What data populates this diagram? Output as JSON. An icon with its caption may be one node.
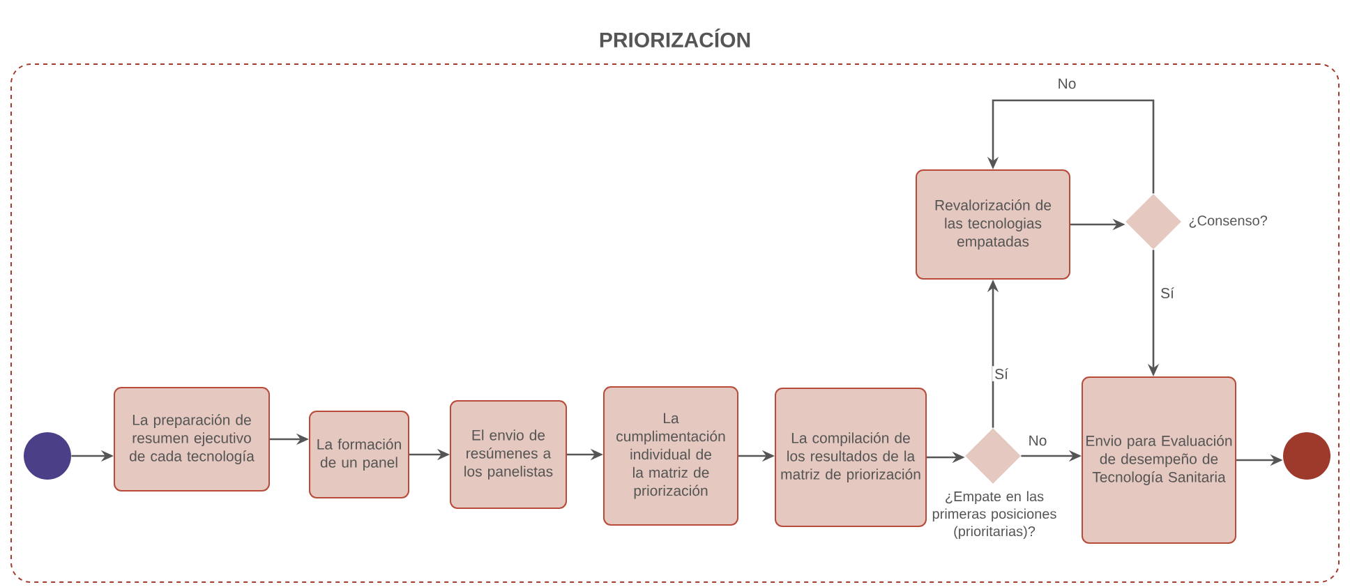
{
  "diagram": {
    "nodes": [
      {
        "text": [
          "PRIORIZACÍON"
        ]
      },
      {
        "text": [],
        "shape": "circle",
        "in": 0
      },
      {
        "text": [
          "La preparación de resumen ejecutivo de cada tecnología"
        ],
        "in": 0
      },
      {
        "text": [
          "La formación de un panel"
        ],
        "in": 0
      },
      {
        "text": [
          "El envio de resúmenes a los panelistas"
        ],
        "in": 0
      },
      {
        "text": [
          "La cumplimentación individual de la matriz de priorización"
        ],
        "in": 0
      },
      {
        "text": [
          "La compilación de los resultados de la matriz de priorización"
        ],
        "in": 0
      },
      {
        "text": [],
        "shape": "diamond",
        "beside": [
          "¿Empate en las primeras posiciones (prioritarias)?"
        ],
        "in": 0
      },
      {
        "text": [
          "Revalorización de las tecnologias empatadas"
        ],
        "in": 0
      },
      {
        "text": [],
        "shape": "diamond",
        "beside": [
          "¿Consenso?"
        ],
        "in": 0
      },
      {
        "text": [
          "Envio para Evaluación de desempeño de Tecnología Sanitaria"
        ],
        "in": 0
      },
      {
        "text": [],
        "shape": "circle",
        "in": 0
      }
    ],
    "edges": [
      {
        "from": 1,
        "to": 2,
        "arrow": "to"
      },
      {
        "from": 2,
        "to": 3,
        "arrow": "to"
      },
      {
        "from": 3,
        "to": 4,
        "arrow": "to"
      },
      {
        "from": 4,
        "to": 5,
        "arrow": "to"
      },
      {
        "from": 5,
        "to": 6,
        "arrow": "to"
      },
      {
        "from": 6,
        "to": 7,
        "arrow": "to"
      },
      {
        "from": 7,
        "to": 8,
        "arrow": "to",
        "label": "Sí"
      },
      {
        "from": 7,
        "to": 10,
        "arrow": "to",
        "label": "No"
      },
      {
        "from": 8,
        "to": 9,
        "arrow": "to"
      },
      {
        "from": 9,
        "to": 8,
        "arrow": "to",
        "label": "No"
      },
      {
        "from": 9,
        "to": 10,
        "arrow": "to",
        "label": "Sí"
      },
      {
        "from": 10,
        "to": 11,
        "arrow": "to"
      }
    ]
  }
}
